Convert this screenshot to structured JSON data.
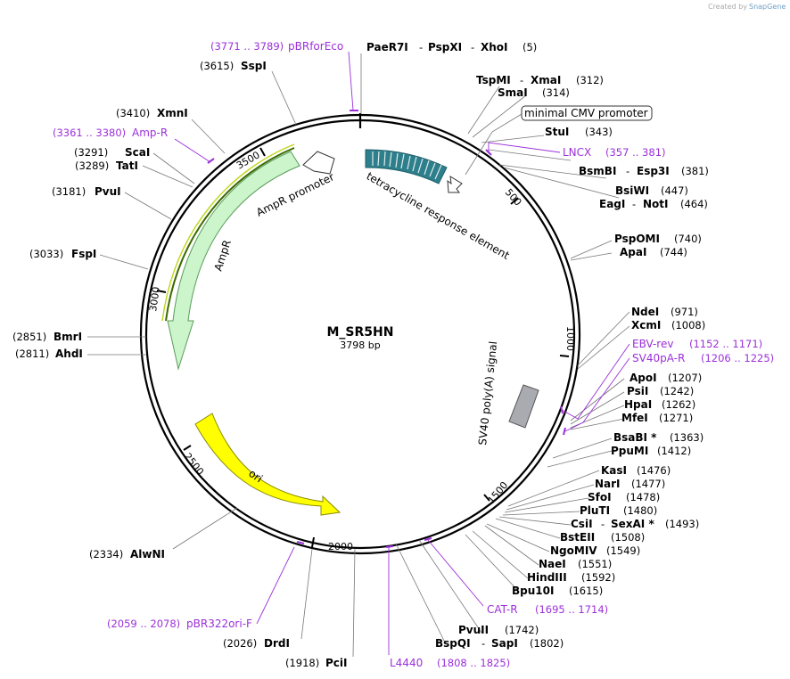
{
  "credit": {
    "created_by": "Created by",
    "brand": "SnapGene"
  },
  "plasmid": {
    "name": "M_SR5HN",
    "length": "3798 bp"
  },
  "ticks": [
    "500",
    "1000",
    "1500",
    "2000",
    "2500",
    "3000",
    "3500"
  ],
  "features": {
    "tetracycline": "tetracycline response element",
    "cmv": "minimal CMV promoter",
    "sv40": "SV40 poly(A) signal",
    "ampr_promoter": "AmpR promoter",
    "ampr": "AmpR",
    "ori": "ori"
  },
  "colors": {
    "tet": "#2e7f8c",
    "ampr": "#ccf5cc",
    "ampr_edge": "#5a9b5a",
    "ori": "#ffff00",
    "sv40": "#a9abb0",
    "primer": "#9b30d9"
  },
  "labels": {
    "paer7i": "PaeR7I",
    "pspxi": "PspXI",
    "xhoi": "XhoI",
    "p5": "(5)",
    "tspmi": "TspMI",
    "xmai": "XmaI",
    "p312": "(312)",
    "smai": "SmaI",
    "p314": "(314)",
    "stui": "StuI",
    "p343": "(343)",
    "bsmbi": "BsmBI",
    "esp3i": "Esp3I",
    "p381": "(381)",
    "bsiwi": "BsiWI",
    "p447": "(447)",
    "eagi": "EagI",
    "noti": "NotI",
    "p464": "(464)",
    "pspomi": "PspOMI",
    "p740": "(740)",
    "apai": "ApaI",
    "p744": "(744)",
    "ndei": "NdeI",
    "p971": "(971)",
    "xcmi": "XcmI",
    "p1008": "(1008)",
    "apoi": "ApoI",
    "p1207": "(1207)",
    "psii": "PsiI",
    "p1242": "(1242)",
    "hpai": "HpaI",
    "p1262": "(1262)",
    "mfei": "MfeI",
    "p1271": "(1271)",
    "bsabi": "BsaBI *",
    "p1363": "(1363)",
    "ppumi": "PpuMI",
    "p1412": "(1412)",
    "kasi": "KasI",
    "p1476": "(1476)",
    "nari": "NarI",
    "p1477": "(1477)",
    "sfoi": "SfoI",
    "p1478": "(1478)",
    "pluti": "PluTI",
    "p1480": "(1480)",
    "csii": "CsiI",
    "sexai": "SexAI *",
    "p1493": "(1493)",
    "bsteii": "BstEII",
    "p1508": "(1508)",
    "ngomiv": "NgoMIV",
    "p1549": "(1549)",
    "naei": "NaeI",
    "p1551": "(1551)",
    "hindiii": "HindIII",
    "p1592": "(1592)",
    "bpu10i": "Bpu10I",
    "p1615": "(1615)",
    "pvuii": "PvuII",
    "p1742": "(1742)",
    "bspqi": "BspQI",
    "sapi": "SapI",
    "p1802": "(1802)",
    "pcii": "PciI",
    "p1918": "(1918)",
    "drdi": "DrdI",
    "p2026": "(2026)",
    "alwni": "AlwNI",
    "p2334": "(2334)",
    "ahdi": "AhdI",
    "p2811": "(2811)",
    "bmri": "BmrI",
    "p2851": "(2851)",
    "fspi": "FspI",
    "p3033": "(3033)",
    "pvui": "PvuI",
    "p3181": "(3181)",
    "tati": "TatI",
    "p3289": "(3289)",
    "scai": "ScaI",
    "p3291": "(3291)",
    "xmni": "XmnI",
    "p3410": "(3410)",
    "sspi": "SspI",
    "p3615": "(3615)"
  },
  "primers": {
    "pbrforeco": "pBRforEco",
    "pbrforeco_pos": "(3771 .. 3789)",
    "lncx": "LNCX",
    "lncx_pos": "(357 .. 381)",
    "ebvrev": "EBV-rev",
    "ebvrev_pos": "(1152 .. 1171)",
    "sv40pa": "SV40pA-R",
    "sv40pa_pos": "(1206 .. 1225)",
    "catr": "CAT-R",
    "catr_pos": "(1695 .. 1714)",
    "l4440": "L4440",
    "l4440_pos": "(1808 .. 1825)",
    "pbr322": "pBR322ori-F",
    "pbr322_pos": "(2059 .. 2078)",
    "ampr": "Amp-R",
    "ampr_pos": "(3361 .. 3380)"
  }
}
